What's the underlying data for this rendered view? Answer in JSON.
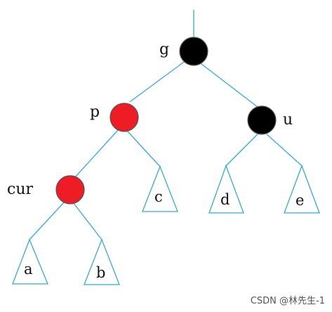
{
  "nodes": {
    "g": {
      "label": "g",
      "color": "#000000"
    },
    "p": {
      "label": "p",
      "color": "#ee1c24"
    },
    "u": {
      "label": "u",
      "color": "#000000"
    },
    "cur": {
      "label": "cur",
      "color": "#ee1c24"
    }
  },
  "subtrees": {
    "a": {
      "label": "a"
    },
    "b": {
      "label": "b"
    },
    "c": {
      "label": "c"
    },
    "d": {
      "label": "d"
    },
    "e": {
      "label": "e"
    }
  },
  "colors": {
    "edge": "#33aadd",
    "red": "#ee1c24",
    "black": "#000000"
  },
  "watermark": "CSDN @林先生-1"
}
